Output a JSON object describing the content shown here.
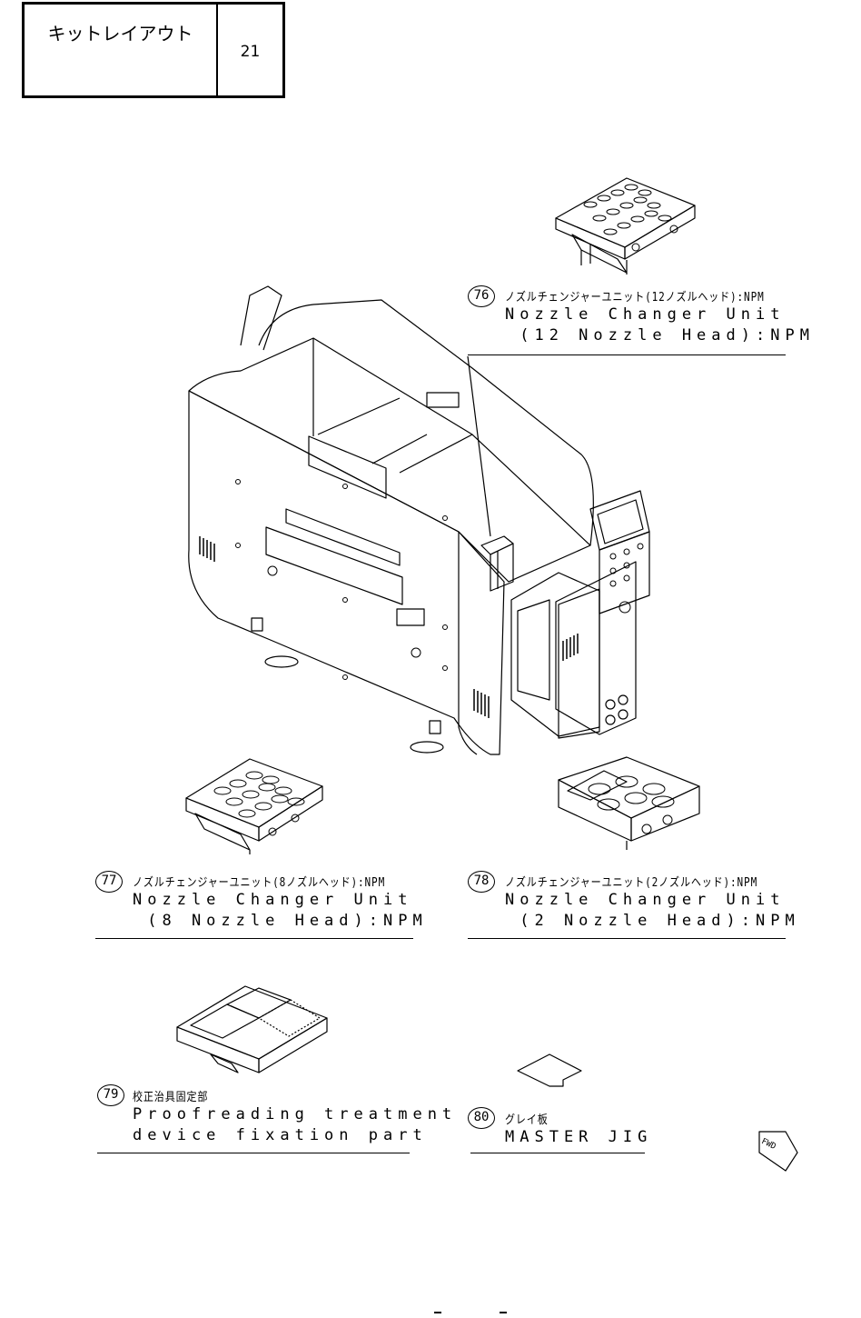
{
  "header": {
    "title": "キットレイアウト",
    "page_number": "21"
  },
  "callouts": [
    {
      "number": "76",
      "jp": "ノズルチェンジャーユニット(12ノズルヘッド):NPM",
      "en_line1": "Nozzle Changer Unit",
      "en_line2": " (12 Nozzle Head):NPM"
    },
    {
      "number": "77",
      "jp": "ノズルチェンジャーユニット(8ノズルヘッド):NPM",
      "en_line1": "Nozzle Changer Unit",
      "en_line2": " (8 Nozzle Head):NPM"
    },
    {
      "number": "78",
      "jp": "ノズルチェンジャーユニット(2ノズルヘッド):NPM",
      "en_line1": "Nozzle Changer Unit",
      "en_line2": " (2 Nozzle Head):NPM"
    },
    {
      "number": "79",
      "jp": "校正治具固定部",
      "en_line1": "Proofreading treatment",
      "en_line2": "device fixation part"
    },
    {
      "number": "80",
      "jp": "グレイ板",
      "en_line1": "MASTER JIG",
      "en_line2": ""
    }
  ],
  "direction_marker": "FWD",
  "colors": {
    "ink": "#000000",
    "paper": "#ffffff"
  }
}
